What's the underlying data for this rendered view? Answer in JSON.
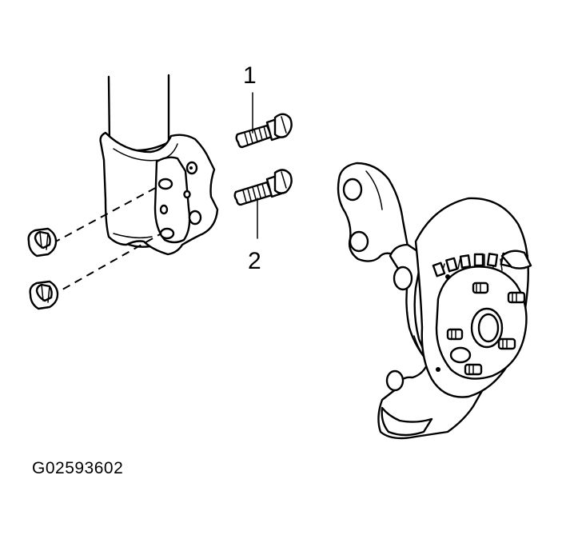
{
  "callouts": [
    {
      "id": "1",
      "label": "1"
    },
    {
      "id": "2",
      "label": "2"
    }
  ],
  "figure_id": "G02593602",
  "colors": {
    "ink": "#000000",
    "background": "#ffffff"
  },
  "parts": [
    "strut-tube-icon",
    "strut-bracket-icon",
    "bolt-icon",
    "flange-nut-icon",
    "steering-knuckle-icon",
    "wheel-hub-icon"
  ]
}
